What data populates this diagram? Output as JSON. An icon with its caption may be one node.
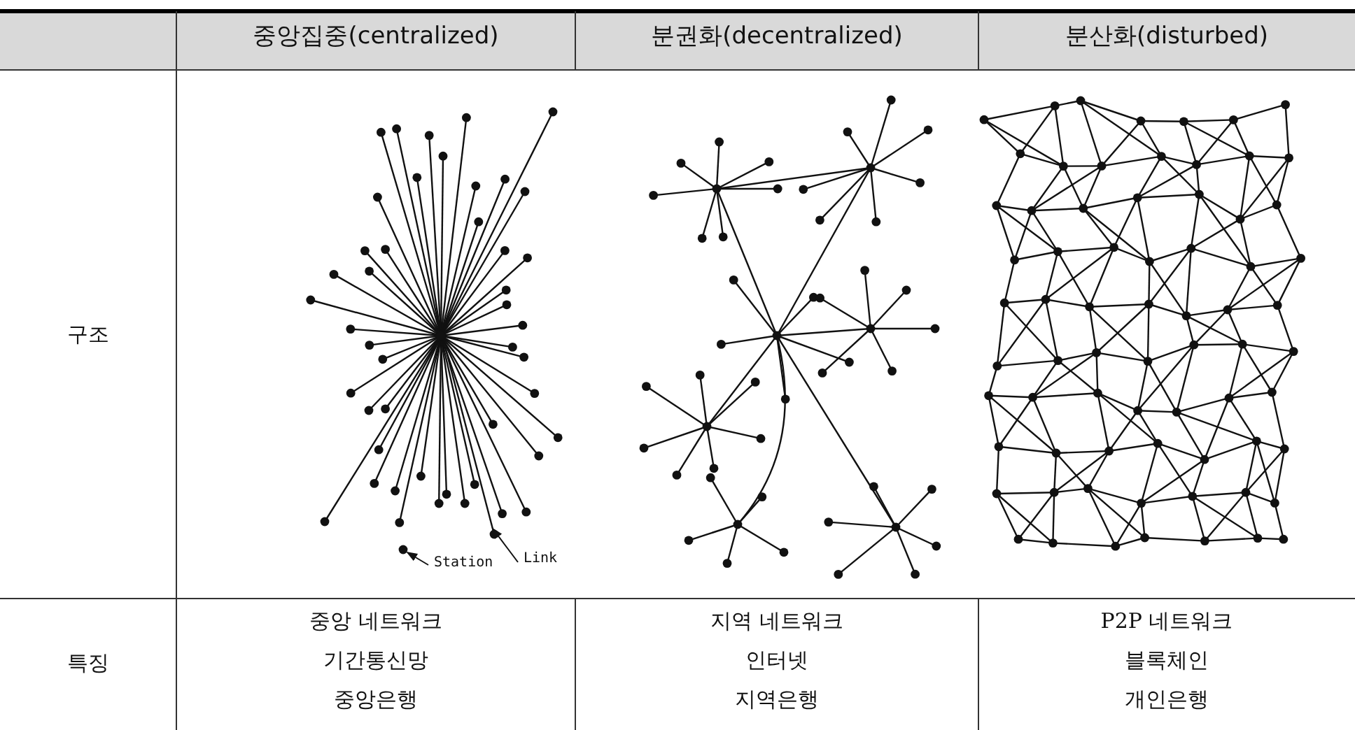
{
  "diagram": {
    "nodes": [
      {
        "text": [
          "Link"
        ]
      },
      {
        "text": [
          "Station"
        ]
      },
      {
        "text": [],
        "shape": "line"
      },
      {
        "text": [],
        "shape": "circle"
      }
    ],
    "edges": [
      {
        "from": 0,
        "to": 2,
        "arrow": "to"
      },
      {
        "from": 1,
        "to": 3,
        "arrow": "to"
      }
    ],
    "labels": [
      "중앙집중(centralized)",
      "분권화(decentralized)",
      "분산화(disturbed)",
      "구조",
      "특징",
      "중앙 네트워크",
      "기간통신망",
      "중앙은행",
      "지역 네트워크",
      "인터넷",
      "지역은행",
      "P2P 네트워크",
      "블록체인",
      "개인은행"
    ]
  }
}
